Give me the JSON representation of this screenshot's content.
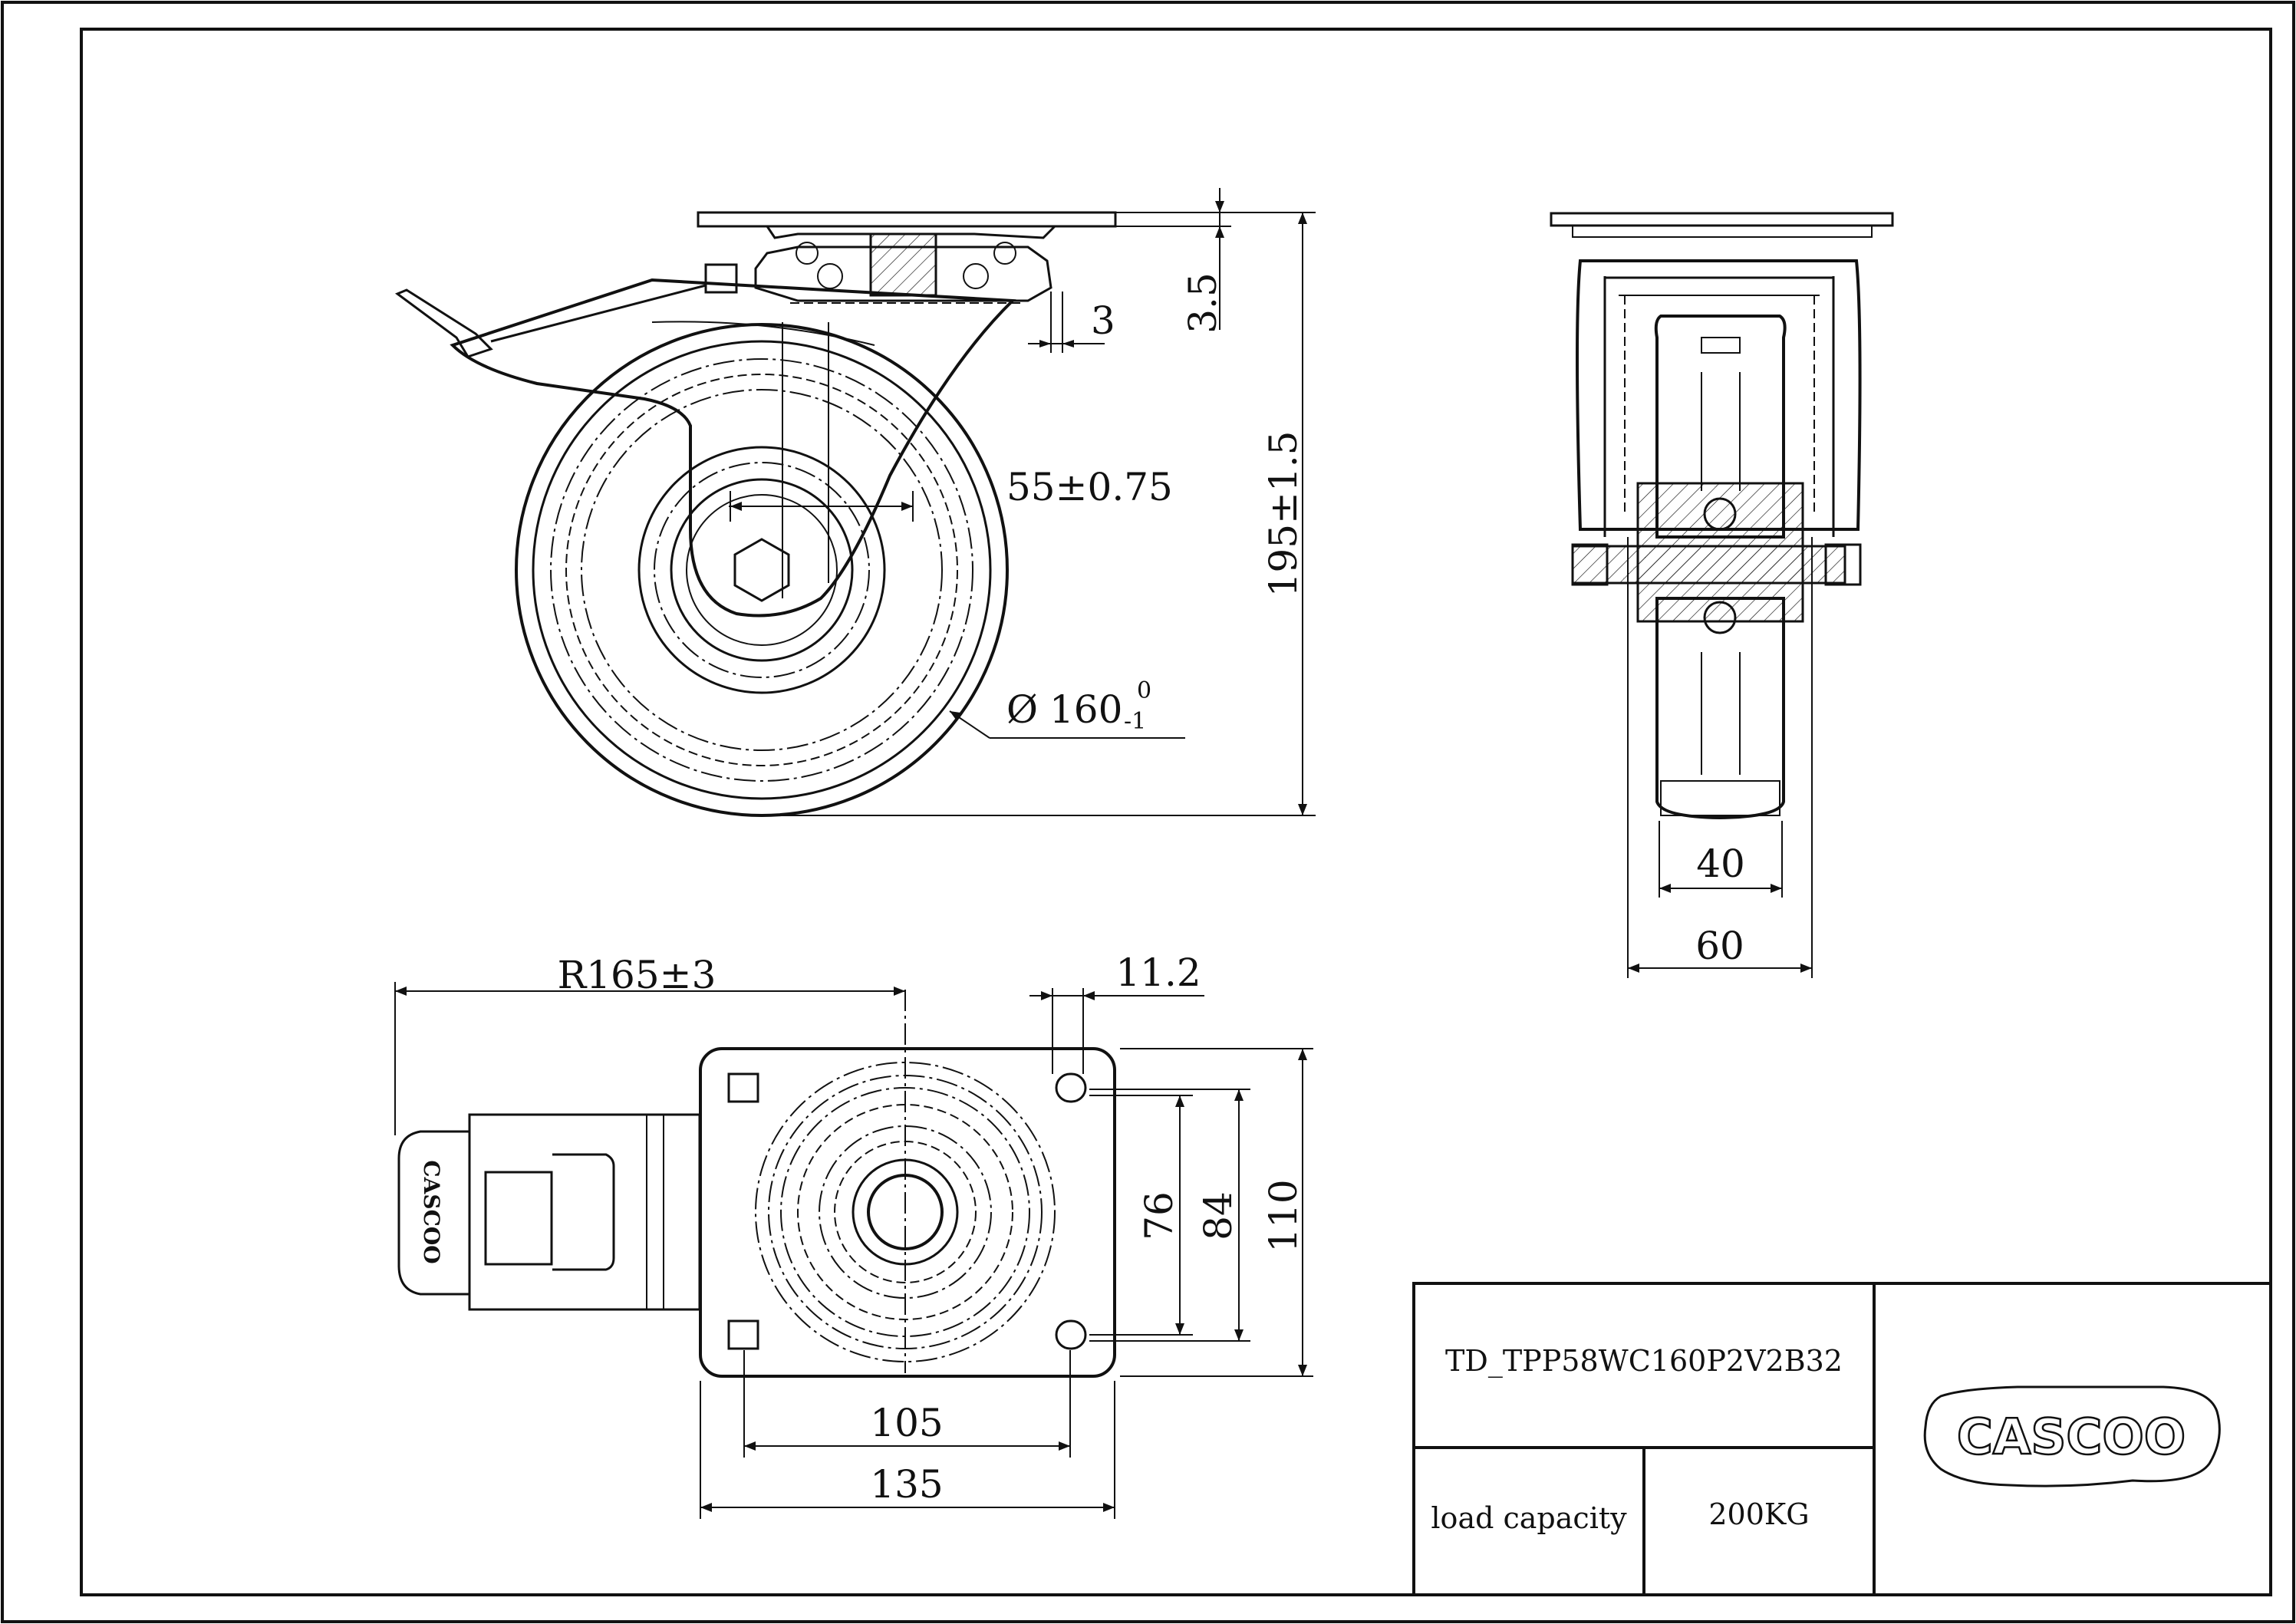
{
  "dimensions": {
    "side_view": {
      "plate_offset": "3.5",
      "race_gap": "3",
      "swivel_offset": "55±0.75",
      "overall_height": "195±1.5",
      "wheel_diameter_symbol": "Ø",
      "wheel_diameter": "160",
      "wheel_diameter_tol_upper": "0",
      "wheel_diameter_tol_lower": "-1"
    },
    "front_view": {
      "wheel_width": "40",
      "fork_width": "60"
    },
    "top_view": {
      "swing_radius": "R165±3",
      "slot_width": "11.2",
      "hole_spacing_76": "76",
      "hole_spacing_84": "84",
      "plate_length": "110",
      "hole_spacing_105": "105",
      "plate_width": "135"
    }
  },
  "title_block": {
    "model_code": "TD_TPP58WC160P2V2B32",
    "load_label": "load capacity",
    "load_value": "200KG",
    "brand_logo": "CASCOO",
    "pedal_logo": "CASCOO"
  }
}
